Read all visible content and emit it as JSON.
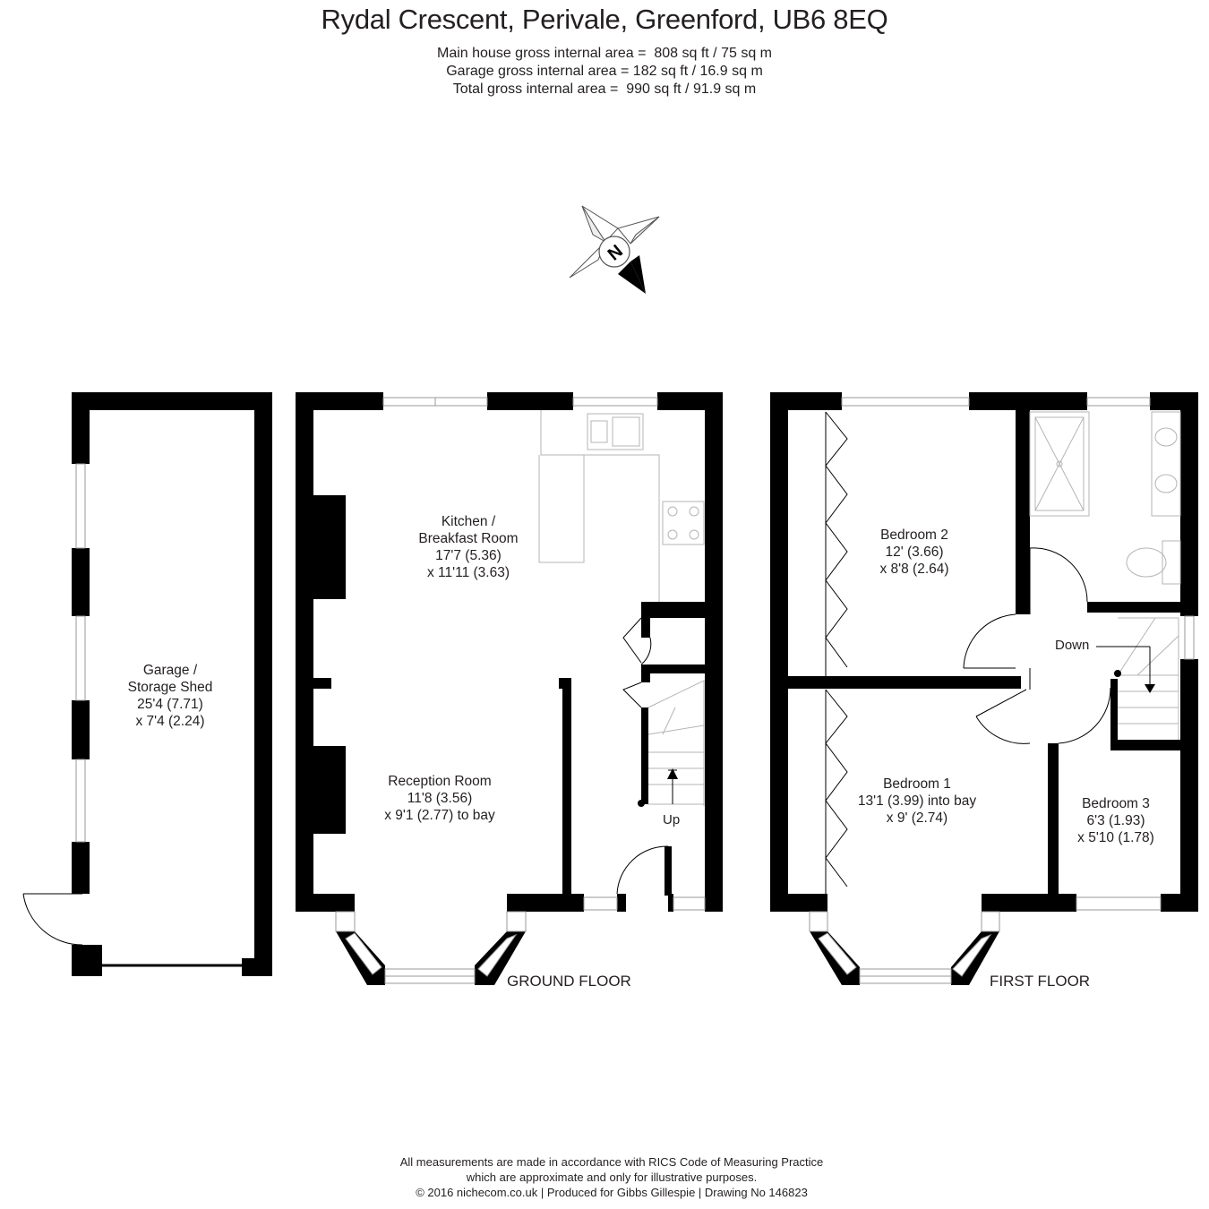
{
  "header": {
    "title": "Rydal Crescent, Perivale, Greenford, UB6 8EQ",
    "area_lines": [
      "Main house gross internal area =  808 sq ft / 75 sq m",
      "Garage gross internal area = 182 sq ft / 16.9 sq m",
      "Total gross internal area =  990 sq ft / 91.9 sq m"
    ]
  },
  "compass": {
    "letter": "N",
    "icon": "north-compass-icon"
  },
  "rooms": {
    "garage": {
      "line1": "Garage /",
      "line2": "Storage Shed",
      "line3": "25'4 (7.71)",
      "line4": "x 7'4 (2.24)"
    },
    "kitchen": {
      "line1": "Kitchen /",
      "line2": "Breakfast Room",
      "line3": "17'7 (5.36)",
      "line4": "x 11'11 (3.63)"
    },
    "reception": {
      "line1": "Reception Room",
      "line2": "11'8 (3.56)",
      "line3": "x 9'1 (2.77) to bay"
    },
    "bedroom2": {
      "line1": "Bedroom 2",
      "line2": "12' (3.66)",
      "line3": "x 8'8 (2.64)"
    },
    "bedroom1": {
      "line1": "Bedroom 1",
      "line2": "13'1 (3.99) into bay",
      "line3": "x 9' (2.74)"
    },
    "bedroom3": {
      "line1": "Bedroom 3",
      "line2": "6'3 (1.93)",
      "line3": "x 5'10 (1.78)"
    }
  },
  "stairs": {
    "up_label": "Up",
    "down_label": "Down"
  },
  "floors": {
    "ground": "GROUND FLOOR",
    "first": "FIRST FLOOR"
  },
  "footer": {
    "line1": "All measurements are made in accordance with RICS Code of Measuring Practice",
    "line2": "which are approximate and only for illustrative purposes.",
    "line3": "© 2016 nichecom.co.uk  |  Produced for Gibbs Gillespie  |  Drawing No 146823"
  },
  "colors": {
    "wall": "#000000",
    "fixture": "#b5b5b5",
    "text": "#231f20"
  }
}
